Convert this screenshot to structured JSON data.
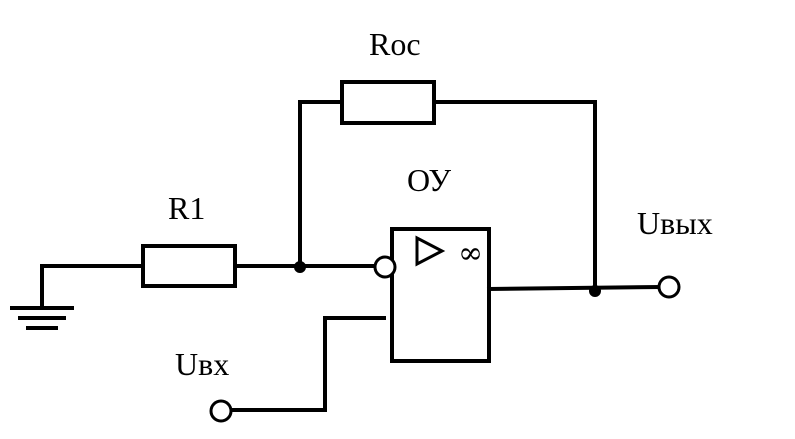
{
  "labels": {
    "feedback_resistor": "Roc",
    "input_resistor": "R1",
    "opamp": "ОУ",
    "output": "Uвых",
    "input": "Uвх"
  },
  "opamp_symbols": {
    "gain": "∞"
  }
}
